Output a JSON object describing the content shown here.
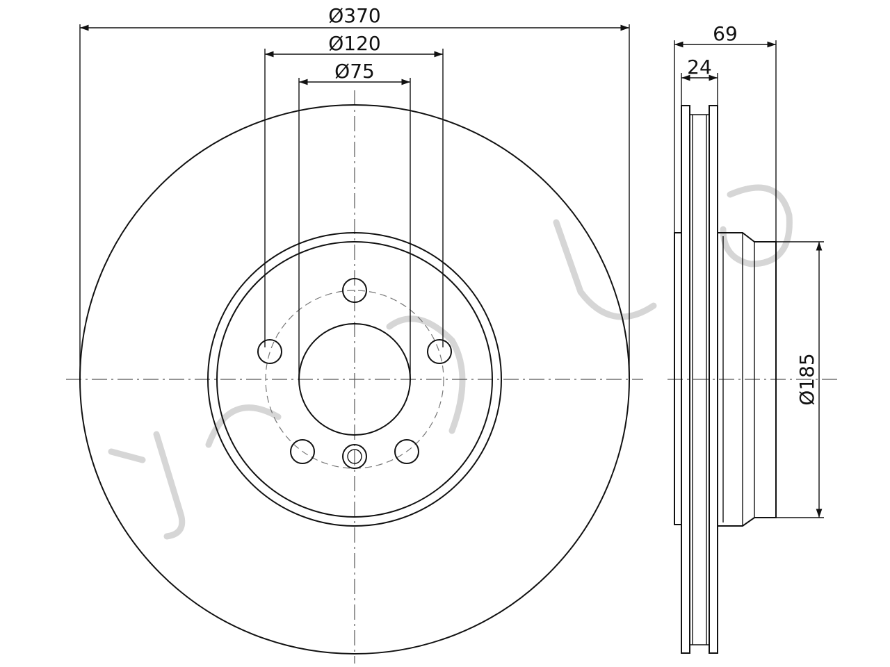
{
  "dimensions": {
    "outer_diameter": "Ø370",
    "hub_diameter": "Ø120",
    "center_bore": "Ø75",
    "total_height": "69",
    "disc_thickness": "24",
    "hat_diameter": "Ø185"
  },
  "colors": {
    "line": "#111111",
    "watermark": "#d6d6d6",
    "background": "#ffffff"
  }
}
